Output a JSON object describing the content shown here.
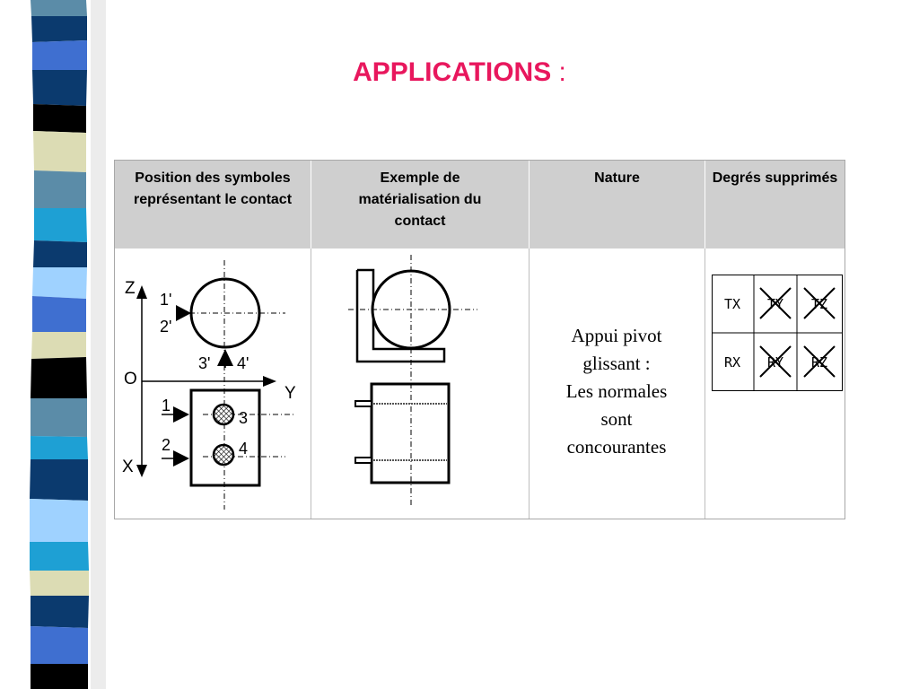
{
  "title": {
    "main": "APPLICATIONS",
    "colon": " :"
  },
  "table": {
    "headers": [
      {
        "label": "Position des symboles représentant le contact"
      },
      {
        "label": "Exemple de matérialisation du contact"
      },
      {
        "label": "Nature"
      },
      {
        "label": "Degrés supprimés"
      }
    ],
    "nature_lines": [
      "Appui pivot",
      "glissant :",
      "Les normales",
      "sont",
      "concourantes"
    ],
    "symbols_diagram": {
      "axis_z": "Z",
      "axis_y": "Y",
      "axis_x": "X",
      "origin": "O",
      "label_1p": "1'",
      "label_2p": "2'",
      "label_3p": "3'",
      "label_4p": "4'",
      "label_1": "1",
      "label_2": "2",
      "label_3": "3",
      "label_4": "4"
    },
    "dof": {
      "rows": [
        [
          "TX",
          "TY",
          "TZ"
        ],
        [
          "RX",
          "RY",
          "RZ"
        ]
      ],
      "crossed": [
        [
          false,
          true,
          true
        ],
        [
          false,
          true,
          true
        ]
      ]
    }
  },
  "colors": {
    "title": "#e8175d",
    "header_bg": "#cfcfcf",
    "stripes": [
      "#5b8ca8",
      "#0b3a6e",
      "#3f6fd0",
      "#dcdcb4",
      "#000000",
      "#1ea0d4",
      "#9fd2ff"
    ]
  }
}
